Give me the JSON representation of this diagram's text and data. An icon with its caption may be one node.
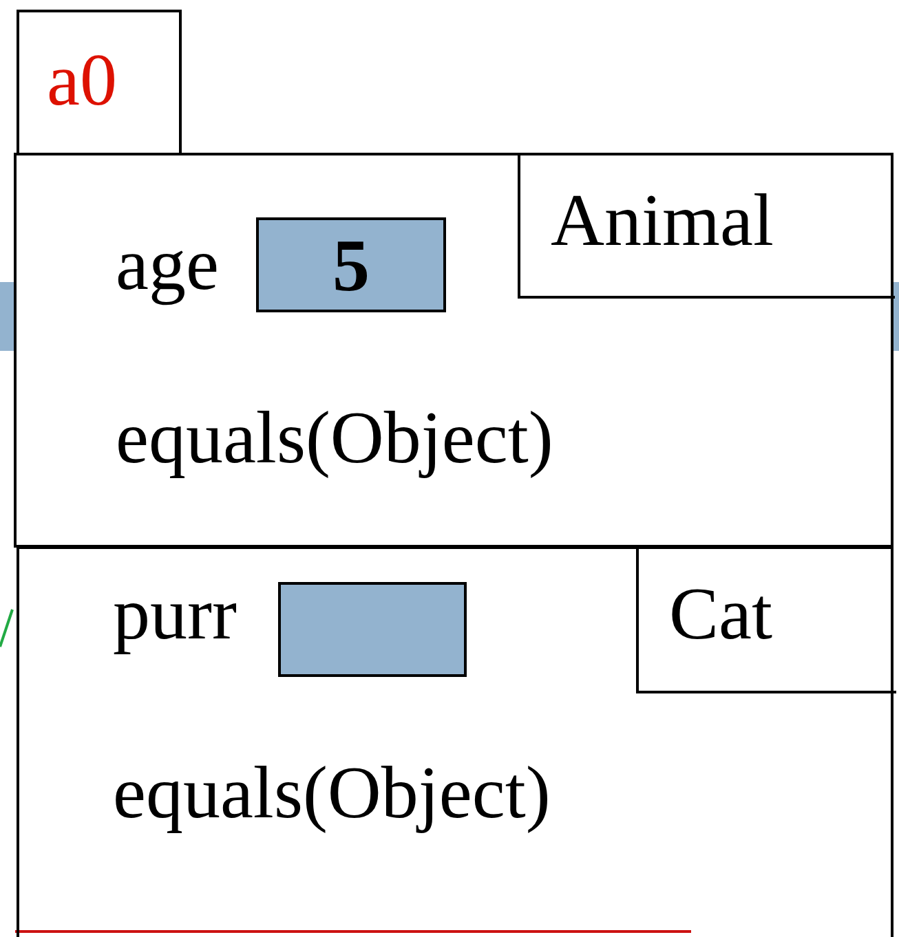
{
  "diagram": {
    "nodes": [
      {
        "text": [
          "a0"
        ]
      },
      {
        "text": [
          "Animal"
        ],
        "in": 0
      },
      {
        "text": [
          "5"
        ],
        "in": 1,
        "beside": [
          "age"
        ]
      },
      {
        "text": [
          "Cat"
        ],
        "in": 0
      },
      {
        "text": [],
        "shape": "box",
        "in": 3,
        "beside": [
          "purr"
        ]
      }
    ],
    "labels": [
      "equals(Object)",
      "equals(Object)"
    ]
  }
}
